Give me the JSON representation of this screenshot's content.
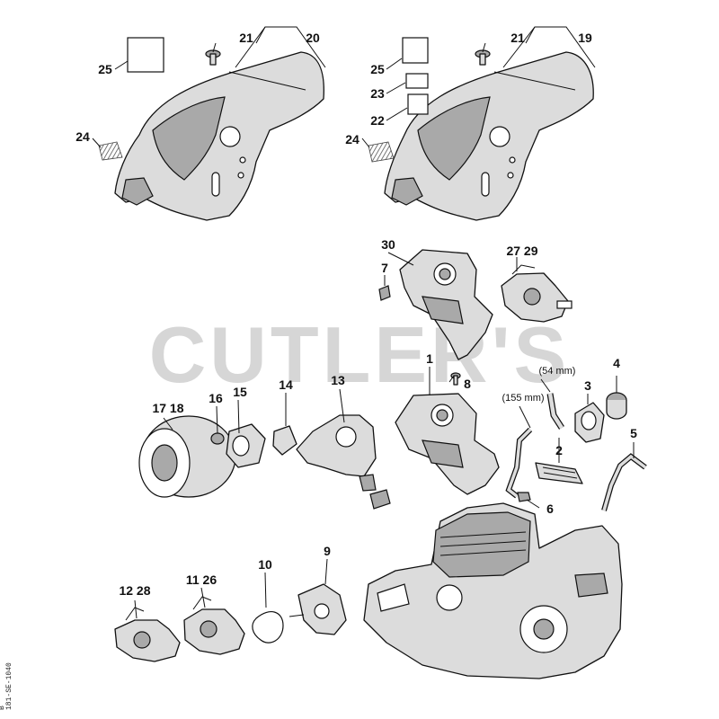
{
  "watermark": "CUTLER'S",
  "drawing_code": "181-SE-1040",
  "drawing_code_suffix": "B",
  "callouts": {
    "p1": "1",
    "p2": "2",
    "p3": "3",
    "p4": "4",
    "p5": "5",
    "p6": "6",
    "p7": "7",
    "p8": "8",
    "p9": "9",
    "p10": "10",
    "p11_26": "11 26",
    "p12_28": "12 28",
    "p13": "13",
    "p14": "14",
    "p15": "15",
    "p16": "16",
    "p17_18": "17 18",
    "p19": "19",
    "p20": "20",
    "p21a": "21",
    "p21b": "21",
    "p22": "22",
    "p23": "23",
    "p24a": "24",
    "p24b": "24",
    "p25a": "25",
    "p25b": "25",
    "p27_29": "27 29",
    "p30": "30"
  },
  "dimensions": {
    "d54": "(54 mm)",
    "d155": "(155 mm)"
  }
}
